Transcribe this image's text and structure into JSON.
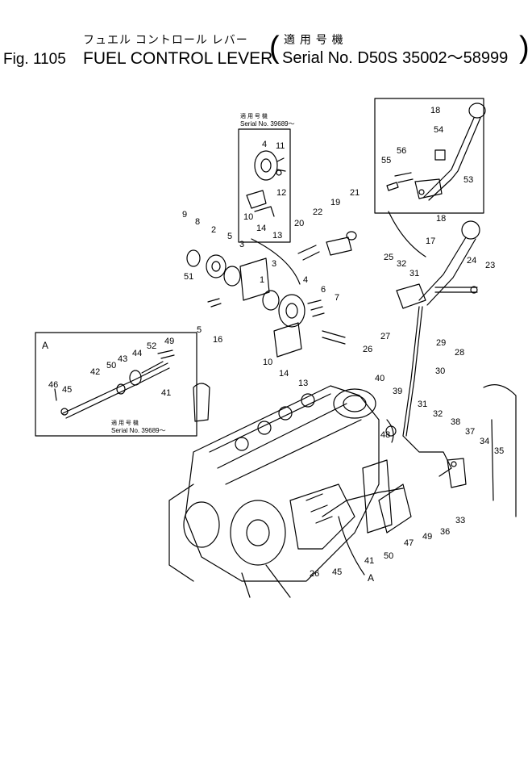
{
  "header": {
    "jp_title": "フュエル コントロール レバー",
    "jp_applicable": "適 用 号 機",
    "fig_label": "Fig. 1105",
    "en_title": "FUEL CONTROL LEVER",
    "serial_range": "Serial No. D50S 35002～58999",
    "paren_open": "(",
    "paren_close": ")"
  },
  "insets": {
    "top_note_jp": "適 用 号 機",
    "top_note_serial": "Serial No. 39689～",
    "a_label": "A",
    "a_note_jp": "適 用 号 機",
    "a_note_serial": "Serial No. 39689～",
    "callout_a": "A"
  },
  "part_numbers": {
    "p1": "1",
    "p2": "2",
    "p3a": "3",
    "p3b": "3",
    "p4a": "4",
    "p4b": "4",
    "p5a": "5",
    "p5b": "5",
    "p6": "6",
    "p7": "7",
    "p8": "8",
    "p9": "9",
    "p10a": "10",
    "p10b": "10",
    "p11": "11",
    "p12": "12",
    "p13a": "13",
    "p13b": "13",
    "p14a": "14",
    "p14b": "14",
    "p16": "16",
    "p17": "17",
    "p18a": "18",
    "p18b": "18",
    "p19": "19",
    "p20": "20",
    "p21": "21",
    "p22": "22",
    "p23": "23",
    "p24": "24",
    "p25": "25",
    "p26a": "26",
    "p26b": "26",
    "p27": "27",
    "p28": "28",
    "p29": "29",
    "p30": "30",
    "p31a": "31",
    "p31b": "31",
    "p32a": "32",
    "p32b": "32",
    "p33": "33",
    "p34": "34",
    "p35": "35",
    "p36": "36",
    "p37": "37",
    "p38": "38",
    "p39": "39",
    "p40": "40",
    "p41a": "41",
    "p41b": "41",
    "p42": "42",
    "p43": "43",
    "p44": "44",
    "p45a": "45",
    "p45b": "45",
    "p46": "46",
    "p47": "47",
    "p48": "48",
    "p49a": "49",
    "p49b": "49",
    "p50a": "50",
    "p50b": "50",
    "p51": "51",
    "p52": "52",
    "p53": "53",
    "p54": "54",
    "p55": "55",
    "p56": "56"
  },
  "colors": {
    "ink": "#000000",
    "paper": "#ffffff"
  }
}
